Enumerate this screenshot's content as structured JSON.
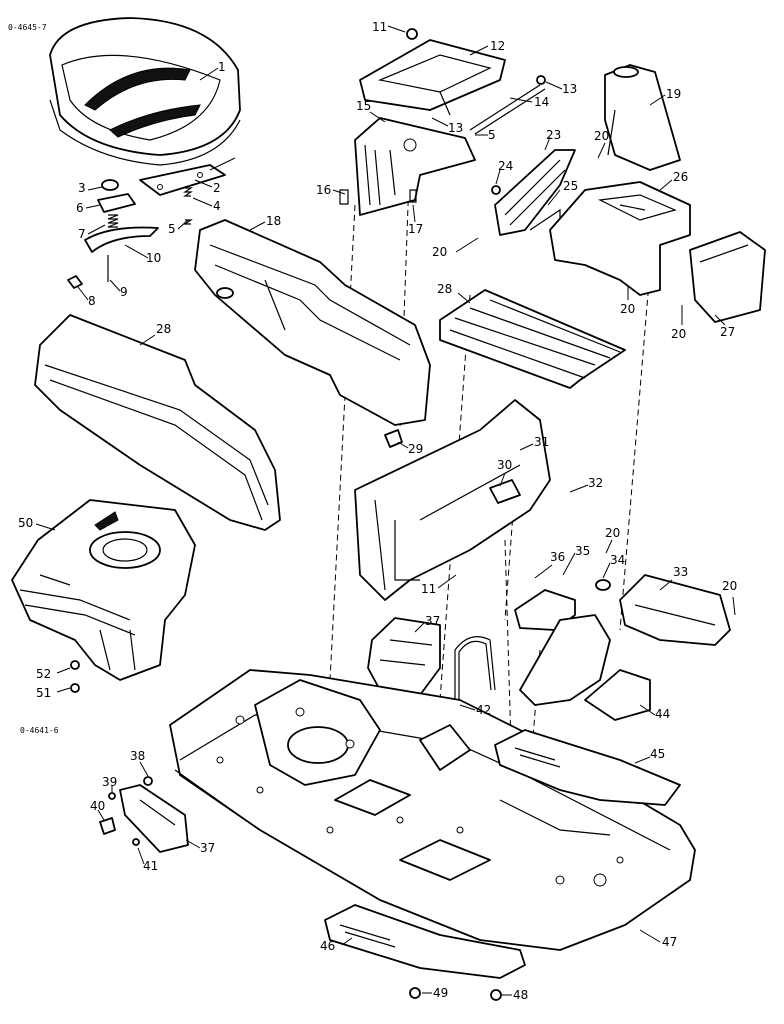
{
  "reference_codes": {
    "top": "0-4645-7",
    "middle": "0-4641-6"
  },
  "callouts": [
    "1",
    "2",
    "3",
    "4",
    "5",
    "6",
    "7",
    "8",
    "9",
    "10",
    "11",
    "12",
    "13",
    "14",
    "15",
    "16",
    "17",
    "18",
    "19",
    "20",
    "22",
    "23",
    "24",
    "25",
    "26",
    "27",
    "28",
    "29",
    "30",
    "31",
    "32",
    "33",
    "34",
    "35",
    "36",
    "37",
    "38",
    "39",
    "40",
    "41",
    "42",
    "44",
    "45",
    "46",
    "47",
    "48",
    "49",
    "50",
    "51",
    "52"
  ]
}
